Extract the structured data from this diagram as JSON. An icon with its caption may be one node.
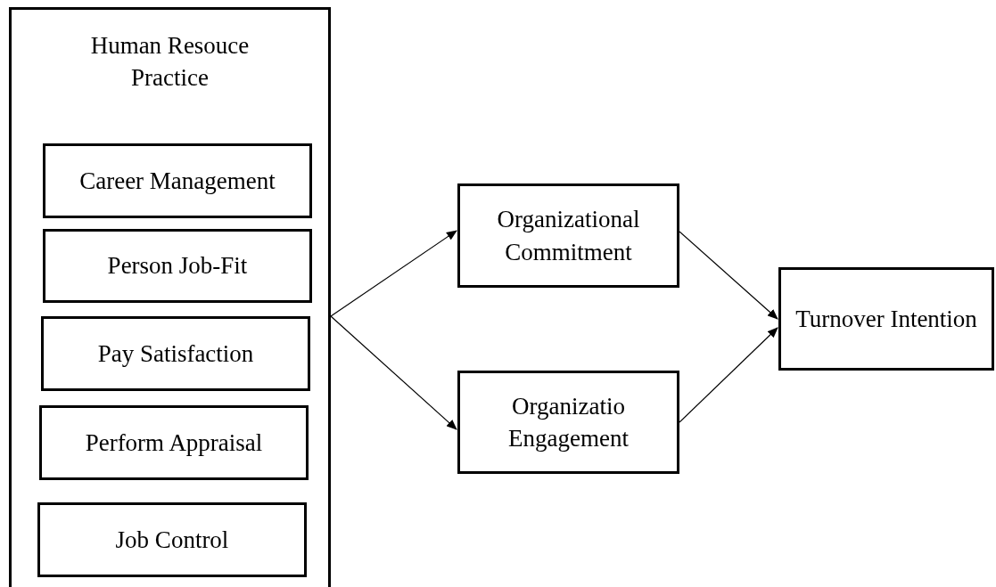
{
  "diagram": {
    "nodes": [
      {
        "text": [
          "Human Resouce Practice"
        ]
      },
      {
        "text": [
          "Career Management"
        ],
        "in": 0
      },
      {
        "text": [
          "Person Job-Fit"
        ],
        "in": 0
      },
      {
        "text": [
          "Pay Satisfaction"
        ],
        "in": 0
      },
      {
        "text": [
          "Perform Appraisal"
        ],
        "in": 0
      },
      {
        "text": [
          "Job Control"
        ],
        "in": 0
      },
      {
        "text": [
          "Organizational Commitment"
        ]
      },
      {
        "text": [
          "Organizatio Engagement"
        ]
      },
      {
        "text": [
          "Turnover Intention"
        ]
      }
    ],
    "edges": [
      {
        "from": 0,
        "to": 6,
        "arrow": "to"
      },
      {
        "from": 0,
        "to": 7,
        "arrow": "to"
      },
      {
        "from": 6,
        "to": 8,
        "arrow": "to"
      },
      {
        "from": 7,
        "to": 8,
        "arrow": "to"
      }
    ]
  }
}
